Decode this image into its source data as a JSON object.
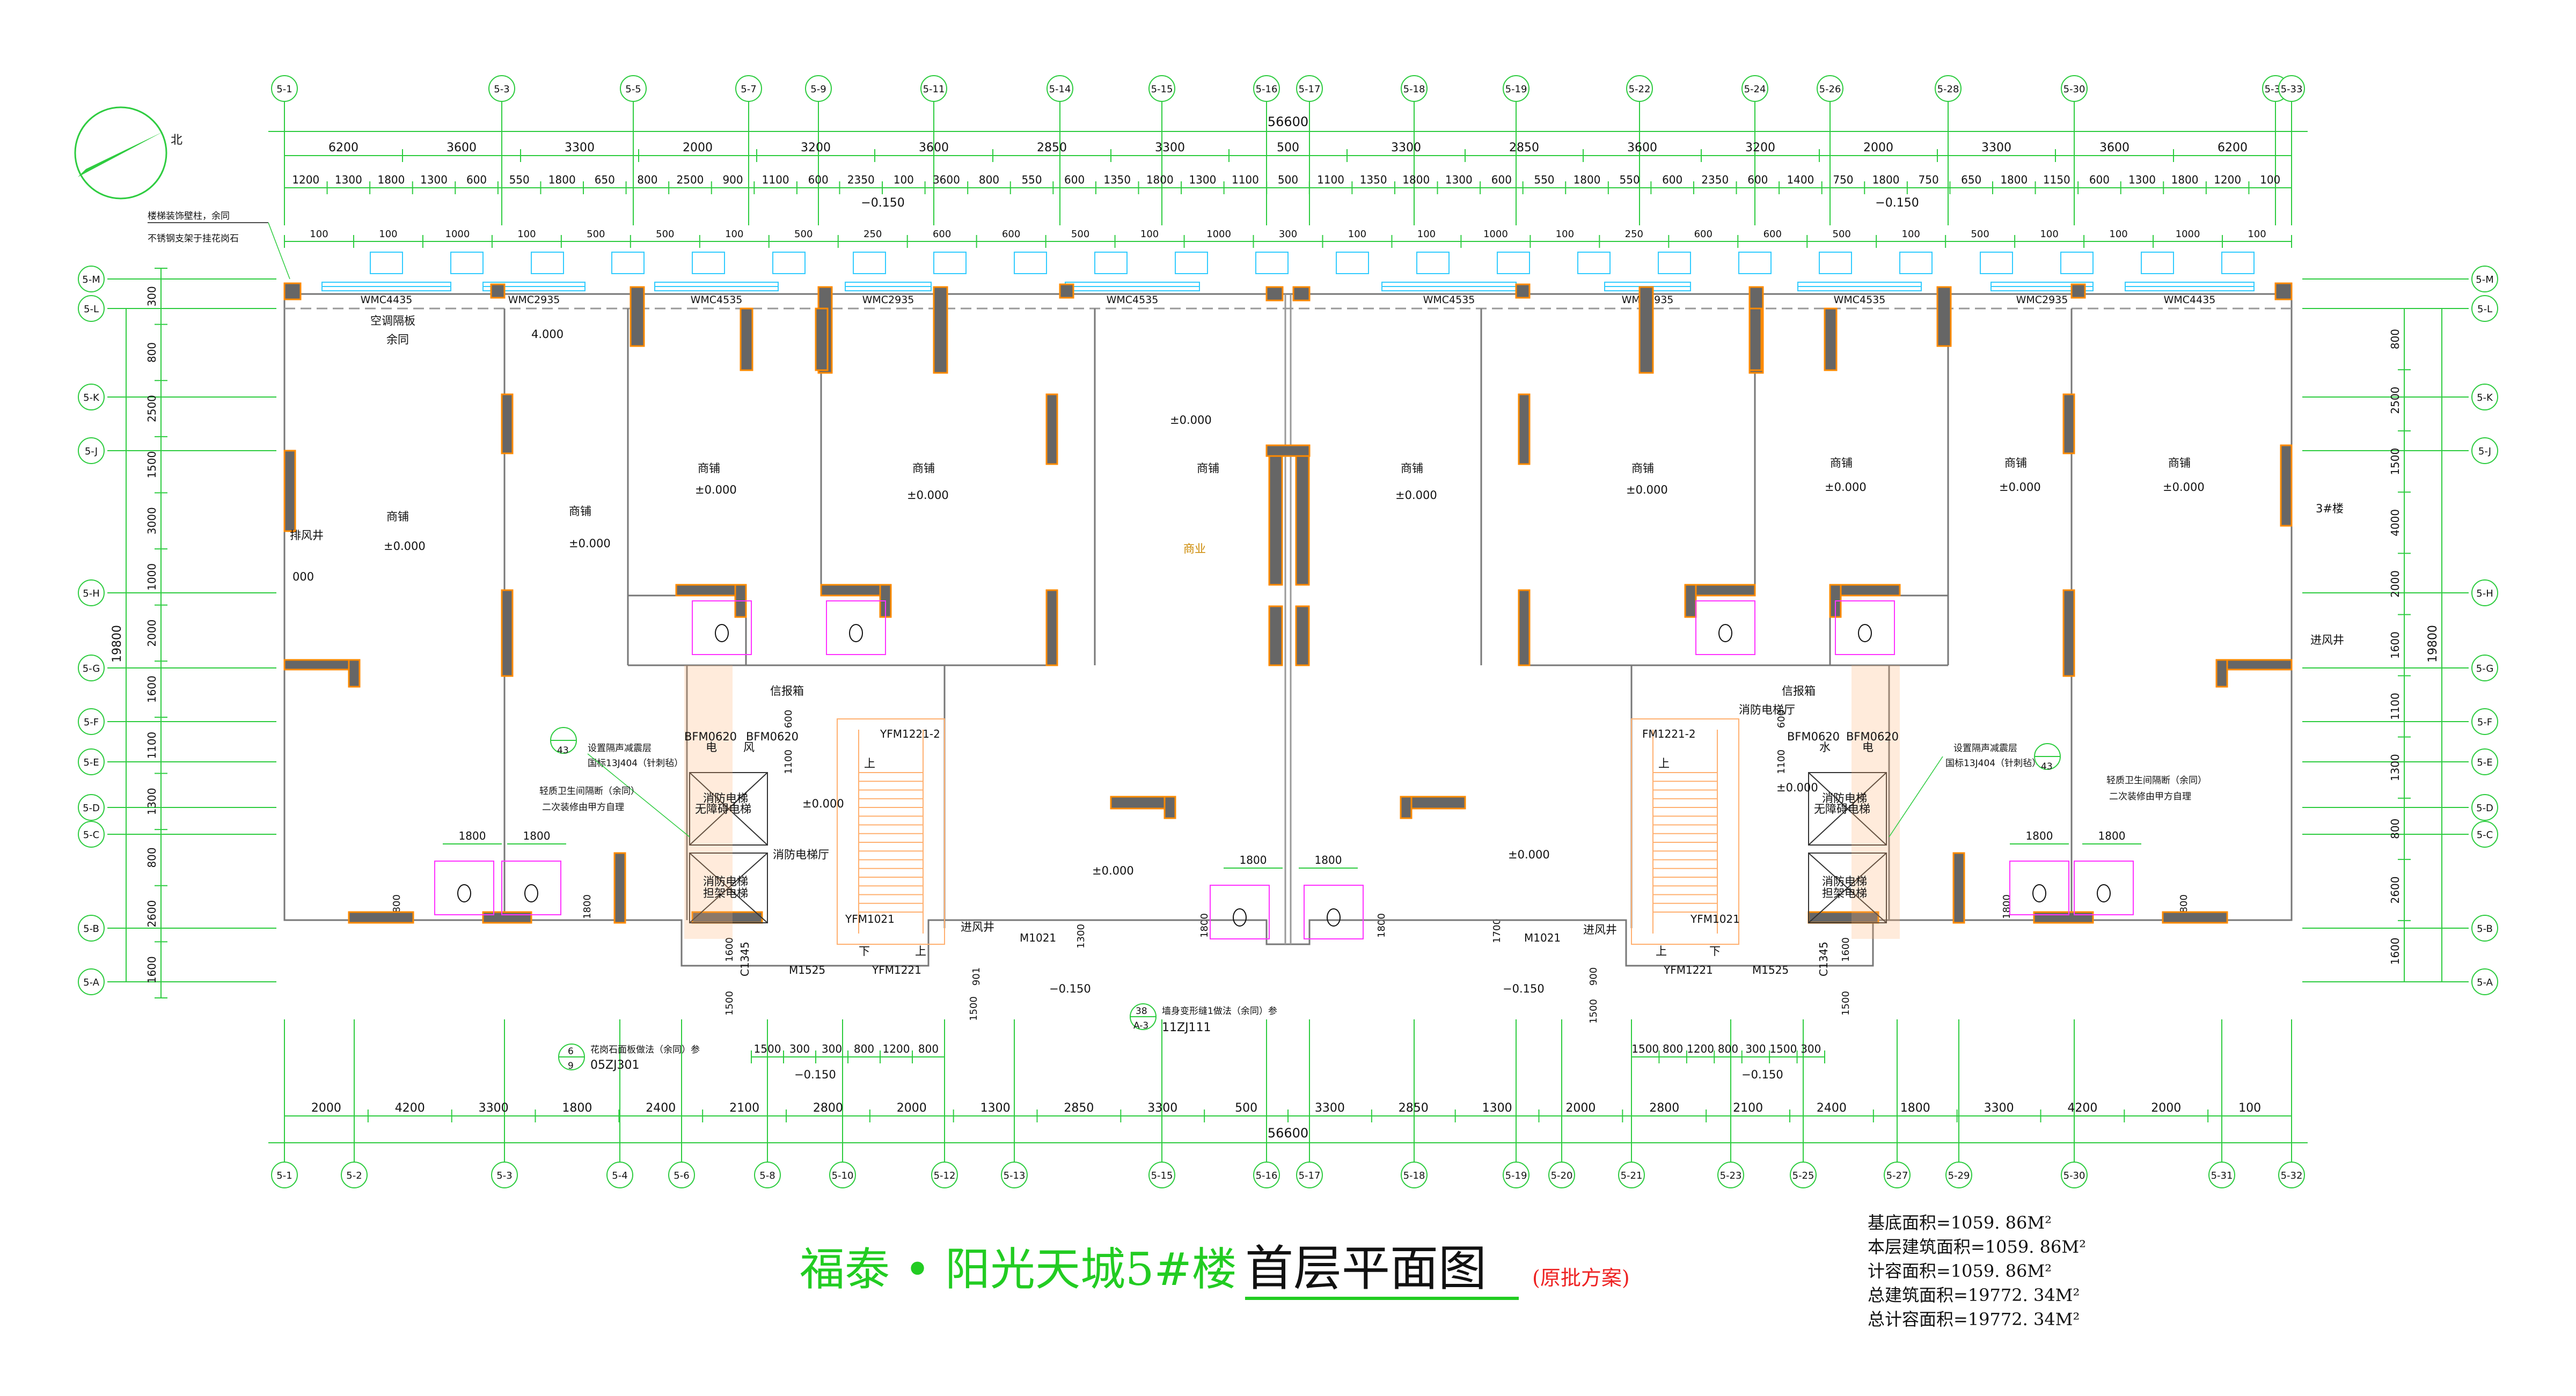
{
  "colors": {
    "axis": "#2ecc40",
    "wall": "#666666",
    "wall_edge": "#ff8a00",
    "text": "#111111",
    "window": "#33ccff",
    "fixture": "#ff33ff",
    "stair": "#ffb070",
    "title_green": "#22cc22",
    "title_red": "#ee2222"
  },
  "north_label": "北",
  "grid": {
    "top_labels": [
      "5-1",
      "5-3",
      "5-5",
      "5-7",
      "5-9",
      "5-11",
      "5-14",
      "5-15",
      "5-16",
      "5-17",
      "5-18",
      "5-19",
      "5-22",
      "5-24",
      "5-26",
      "5-28",
      "5-30",
      "5-32",
      "5-33"
    ],
    "bottom_labels": [
      "5-1",
      "5-2",
      "5-3",
      "5-4",
      "5-6",
      "5-8",
      "5-10",
      "5-12",
      "5-13",
      "5-15",
      "5-16",
      "5-17",
      "5-18",
      "5-19",
      "5-20",
      "5-21",
      "5-23",
      "5-25",
      "5-27",
      "5-29",
      "5-30",
      "5-31",
      "5-32"
    ],
    "row_labels": [
      "5-M",
      "5-L",
      "5-K",
      "5-J",
      "5-H",
      "5-G",
      "5-F",
      "5-E",
      "5-D",
      "5-C",
      "5-B",
      "5-A"
    ]
  },
  "dims": {
    "total": "56600",
    "total_bottom": "56600",
    "top_major": [
      "6200",
      "3600",
      "3300",
      "2000",
      "3200",
      "3600",
      "2850",
      "3300",
      "500",
      "3300",
      "2850",
      "3600",
      "3200",
      "2000",
      "3300",
      "3600",
      "6200"
    ],
    "top_minor": [
      "1200",
      "1300",
      "1800",
      "1300",
      "600",
      "550",
      "1800",
      "650",
      "800",
      "2500",
      "900",
      "1100",
      "600",
      "2350",
      "100",
      "3600",
      "800",
      "550",
      "600",
      "1350",
      "1800",
      "1300",
      "1100",
      "500",
      "1100",
      "1350",
      "1800",
      "1300",
      "600",
      "550",
      "1800",
      "550",
      "600",
      "2350",
      "600",
      "1400",
      "750",
      "1800",
      "750",
      "650",
      "1800",
      "1150",
      "600",
      "1300",
      "1800",
      "1200",
      "100"
    ],
    "top_small": [
      "100",
      "100",
      "1000",
      "100",
      "500",
      "500",
      "100",
      "500",
      "250",
      "600",
      "600",
      "500",
      "100",
      "1000",
      "300",
      "100",
      "100",
      "1000",
      "100",
      "250",
      "600",
      "600",
      "500",
      "100",
      "500",
      "100",
      "100",
      "1000",
      "100"
    ],
    "level_minus": "−0.150",
    "bottom_major": [
      "2000",
      "4200",
      "3300",
      "1800",
      "2400",
      "2100",
      "2800",
      "2000",
      "1300",
      "2850",
      "3300",
      "500",
      "3300",
      "2850",
      "1300",
      "2000",
      "2800",
      "2100",
      "2400",
      "1800",
      "3300",
      "4200",
      "2000",
      "100"
    ],
    "bottom_small": [
      "1500",
      "300",
      "300",
      "800",
      "1200",
      "800",
      "1500",
      "800",
      "1200",
      "800",
      "300",
      "1500",
      "300"
    ],
    "left": [
      "300",
      "800",
      "2500",
      "1500",
      "3000",
      "1000",
      "2000",
      "1600",
      "1100",
      "1300",
      "800",
      "2600",
      "1600"
    ],
    "left_total": "19800",
    "right": [
      "800",
      "2500",
      "1500",
      "4000",
      "2000",
      "1600",
      "1100",
      "1300",
      "800",
      "2600",
      "1600"
    ],
    "right_total": "19800"
  },
  "rooms": {
    "shop": "商铺",
    "level_zero": "±0.000",
    "level_4000": "4.000",
    "level_minus_150": "−0.150",
    "exhaust": "排风井",
    "exhaust_code": "000",
    "intake": "进风井",
    "aircon": "空调隔板",
    "aircon_note": "余同",
    "pipe_well": "信报箱",
    "elevator_fire": "消防电梯",
    "elevator_nobarrier": "无障碍电梯",
    "elevator_stretcher": "担架电梯",
    "elevator_hall": "消防电梯厅",
    "commercial": "商业",
    "up": "上",
    "down": "下",
    "bldg3": "3#楼",
    "electric": "电",
    "wind": "风",
    "water": "水",
    "shaft_doors": [
      "BFM0620",
      "BFM0620"
    ]
  },
  "windows": [
    "WMC4435",
    "WMC2935",
    "WMC4535",
    "WMC2935",
    "WMC4535",
    "WMC4535",
    "WMC2935",
    "WMC4535",
    "WMC2935",
    "WMC4435"
  ],
  "doors": {
    "yfm_left": "YFM1221-2",
    "yfm_right": "FM1221-2",
    "yfm1021": "YFM1021",
    "yfm1221": "YFM1221",
    "m1525": "M1525",
    "m1021": "M1021",
    "c1345": "C1345"
  },
  "notes": {
    "n1a": "楼梯装饰壁柱，余同",
    "n1b": "不锈钢支架于挂花岗石",
    "n2a": "设置隔声减震层",
    "n2b": "国标13J404（针刺毡）",
    "n2c": "43",
    "n3a": "轻质卫生间隔断（余同）",
    "n3b": "二次装修由甲方自理",
    "n4a": "花岗石面板做法（余同）参",
    "n4b": "05ZJ301",
    "n4c": "6",
    "n4d": "9",
    "n5a": "墙身变形缝1做法（余同）参",
    "n5b": "11ZJ111",
    "n5c": "38",
    "n5d": "A-3",
    "fixture_1800": "1800",
    "h_1800": "1800",
    "v_1500": "1500",
    "v_1600": "1600",
    "v_1300": "1300",
    "v_1700": "1700",
    "v_900": "900",
    "v_901": "901",
    "v_600": "600",
    "v_1100": "1100"
  },
  "title": {
    "project": "福泰 • 阳光天城5#楼",
    "drawing": "首层平面图",
    "note": "(原批方案)"
  },
  "areas": [
    "基底面积=1059. 86M²",
    "本层建筑面积=1059. 86M²",
    "计容面积=1059. 86M²",
    "总建筑面积=19772. 34M²",
    "总计容面积=19772. 34M²"
  ]
}
